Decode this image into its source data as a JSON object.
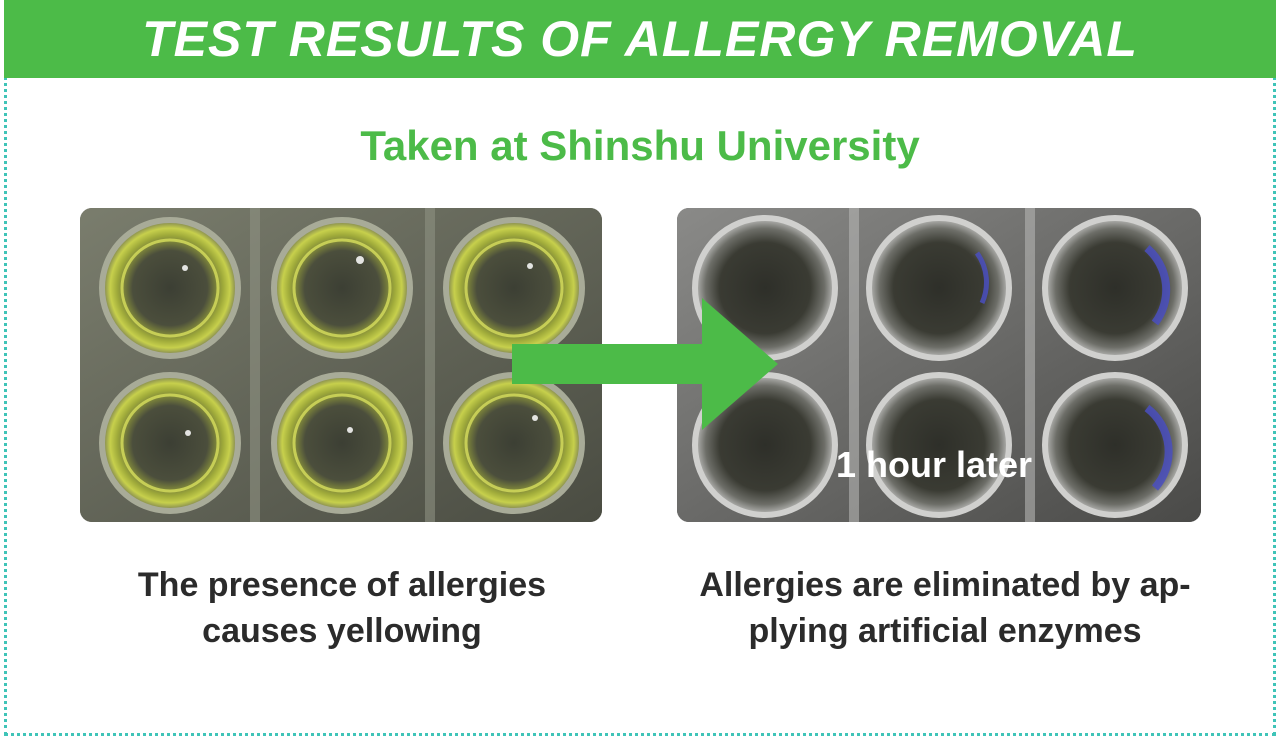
{
  "header": {
    "title": "TEST RESULTS OF ALLERGY REMOVAL"
  },
  "subtitle": "Taken at Shinshu University",
  "photos": {
    "before_label": "",
    "after_label": "1 hour later"
  },
  "captions": {
    "left": [
      "The presence of allergies",
      "causes yellowing"
    ],
    "right": [
      "Allergies are eliminated by ap-",
      "plying artificial enzymes"
    ]
  },
  "colors": {
    "brand_green": "#4cbb48",
    "frame_dots": "#3fc4b8",
    "yellowing": "#b5c43a",
    "enzyme_blue": "#4a4fc0"
  },
  "icons": {
    "arrow": "right-arrow-icon"
  }
}
